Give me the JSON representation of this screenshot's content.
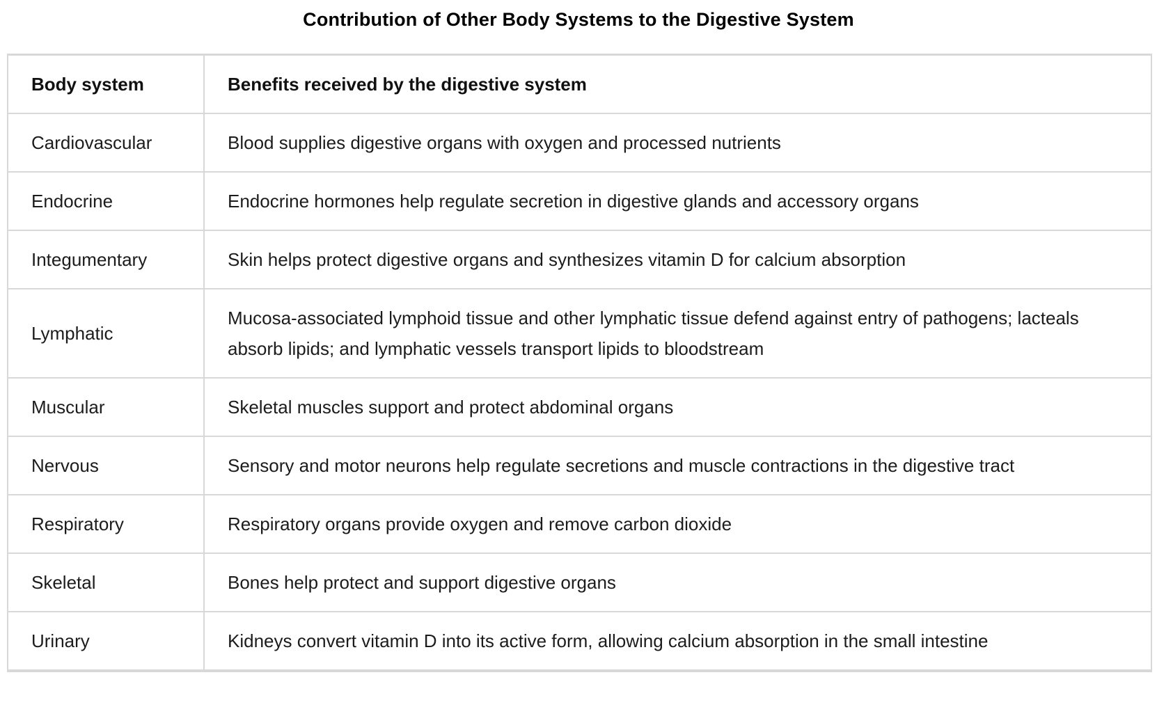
{
  "title": "Contribution of Other Body Systems to the Digestive System",
  "table": {
    "columns": {
      "system": "Body system",
      "benefit": "Benefits received by the digestive system"
    },
    "rows": [
      {
        "system": "Cardiovascular",
        "benefit": "Blood supplies digestive organs with oxygen and processed nutrients"
      },
      {
        "system": "Endocrine",
        "benefit": "Endocrine hormones help regulate secretion in digestive glands and accessory organs"
      },
      {
        "system": "Integumentary",
        "benefit": "Skin helps protect digestive organs and synthesizes vitamin D for calcium absorption"
      },
      {
        "system": "Lymphatic",
        "benefit": "Mucosa-associated lymphoid tissue and other lymphatic tissue defend against entry of pathogens; lacteals absorb lipids; and lymphatic vessels transport lipids to bloodstream"
      },
      {
        "system": "Muscular",
        "benefit": "Skeletal muscles support and protect abdominal organs"
      },
      {
        "system": "Nervous",
        "benefit": "Sensory and motor neurons help regulate secretions and muscle contractions in the digestive tract"
      },
      {
        "system": "Respiratory",
        "benefit": "Respiratory organs provide oxygen and remove carbon dioxide"
      },
      {
        "system": "Skeletal",
        "benefit": "Bones help protect and support digestive organs"
      },
      {
        "system": "Urinary",
        "benefit": "Kidneys convert vitamin D into its active form, allowing calcium absorption in the small intestine"
      }
    ]
  },
  "colors": {
    "border": "#d8d8d8",
    "text": "#1c1c1c",
    "title_text": "#000000",
    "background": "#ffffff"
  }
}
